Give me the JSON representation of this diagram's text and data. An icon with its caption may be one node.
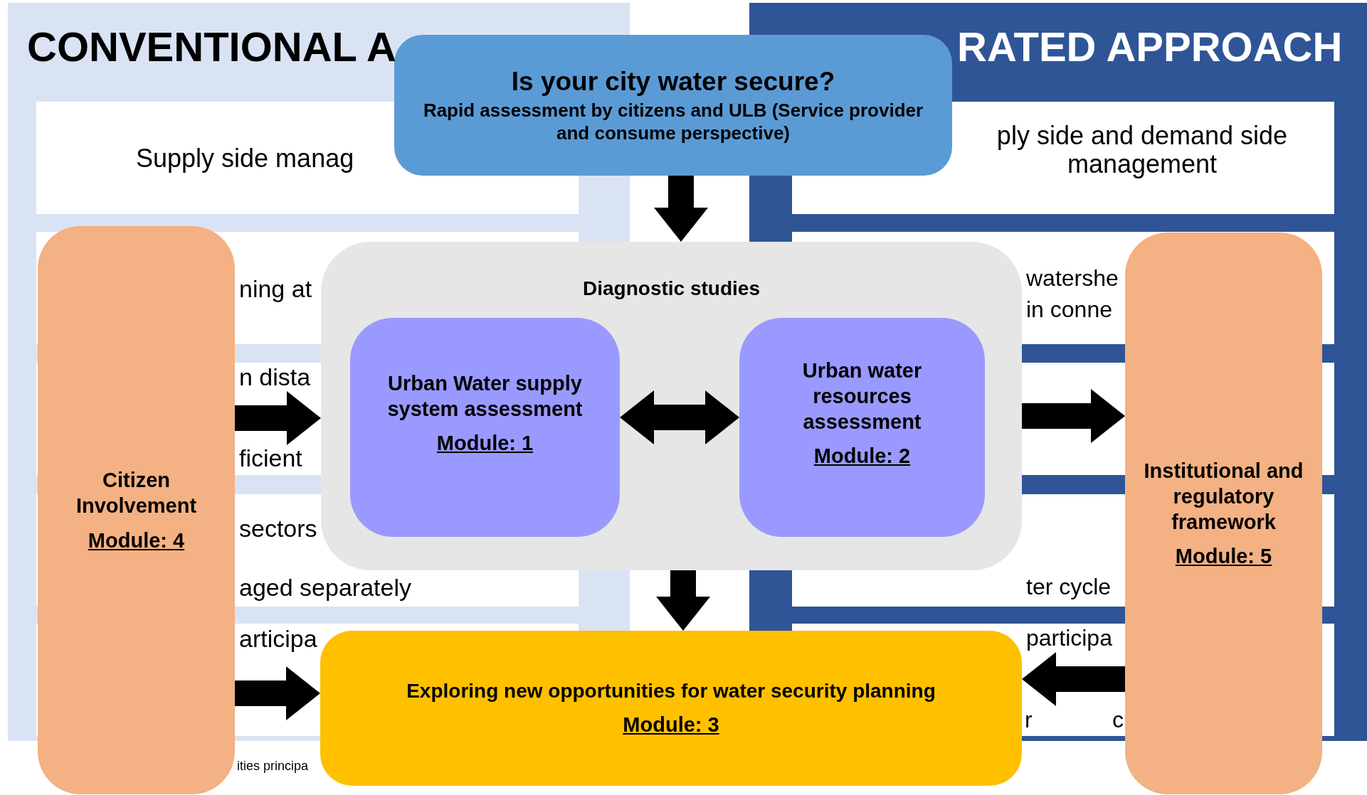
{
  "diagram": {
    "nodes": [
      {
        "text": [
          "Is your city water secure?",
          "Rapid assessment by citizens and ULB (Service provider and consume perspective)"
        ]
      },
      {
        "text": [
          "Diagnostic studies"
        ]
      },
      {
        "text": [
          "Urban Water supply system assessment",
          "Module: 1"
        ],
        "in": 1
      },
      {
        "text": [
          "Urban water resources assessment",
          "Module: 2"
        ],
        "in": 1
      },
      {
        "text": [
          "Exploring new opportunities for water security planning",
          "Module: 3"
        ]
      },
      {
        "text": [
          "Citizen Involvement",
          "Module: 4"
        ]
      },
      {
        "text": [
          "Institutional and regulatory framework",
          "Module: 5"
        ]
      }
    ],
    "edges": [
      {
        "from": 0,
        "to": 1,
        "arrow": "to"
      },
      {
        "from": 1,
        "to": 4,
        "arrow": "to"
      },
      {
        "from": 2,
        "to": 3,
        "arrow": "both"
      },
      {
        "from": 5,
        "to": 1,
        "arrow": "to"
      },
      {
        "from": 5,
        "to": 4,
        "arrow": "to"
      },
      {
        "from": 1,
        "to": 6,
        "arrow": "to"
      },
      {
        "from": 6,
        "to": 4,
        "arrow": "to"
      }
    ],
    "labels": [
      "CONVENTIONAL A",
      "RATED APPROACH",
      "Supply side manag",
      "ply side and demand side management",
      "ning at",
      "watershe",
      "in conne",
      "n dista",
      "ficient",
      "sectors",
      "aged separately",
      "ter cycle",
      "articipa",
      "participa",
      "r",
      "c",
      "ities principa"
    ]
  }
}
